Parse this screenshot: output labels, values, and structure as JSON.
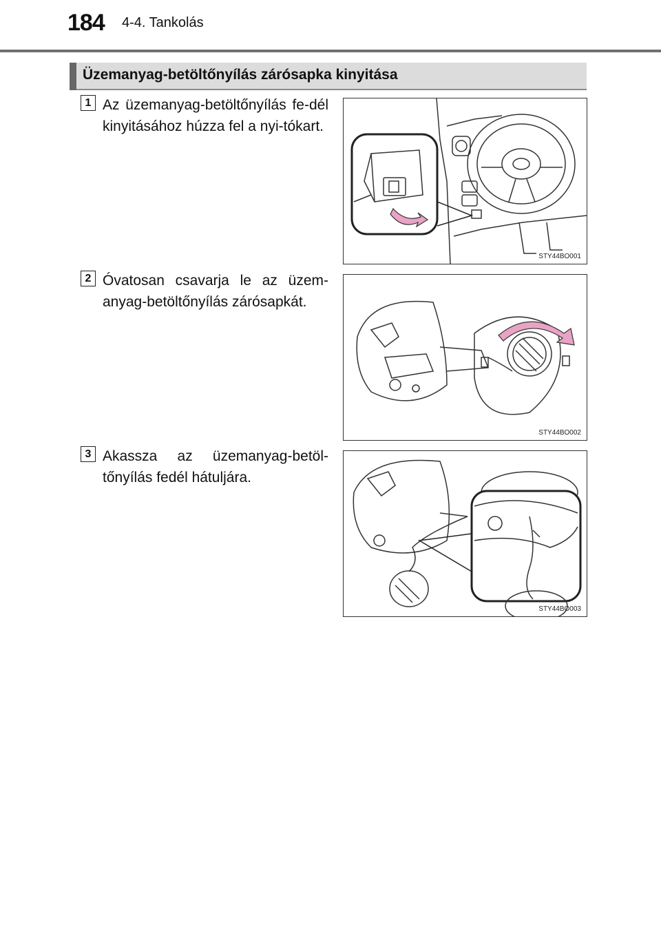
{
  "header": {
    "page_number": "184",
    "chapter": "4-4. Tankolás"
  },
  "section": {
    "title": "Üzemanyag-betöltőnyílás zárósapka kinyitása"
  },
  "steps": [
    {
      "number": "1",
      "text": "Az üzemanyag-betöltőnyílás fe-dél kinyitásához húzza fel a nyi-tókart.",
      "figure_code": "STY44BO001"
    },
    {
      "number": "2",
      "text": "Óvatosan csavarja le az üzem-anyag-betöltőnyílás zárósapkát.",
      "figure_code": "STY44BO002"
    },
    {
      "number": "3",
      "text": "Akassza az üzemanyag-betöl-tőnyílás fedél hátuljára.",
      "figure_code": "STY44BO003"
    }
  ],
  "colors": {
    "arrow": "#e9a3c4",
    "section_bar": "#dcdcdc",
    "rule": "#707070"
  }
}
